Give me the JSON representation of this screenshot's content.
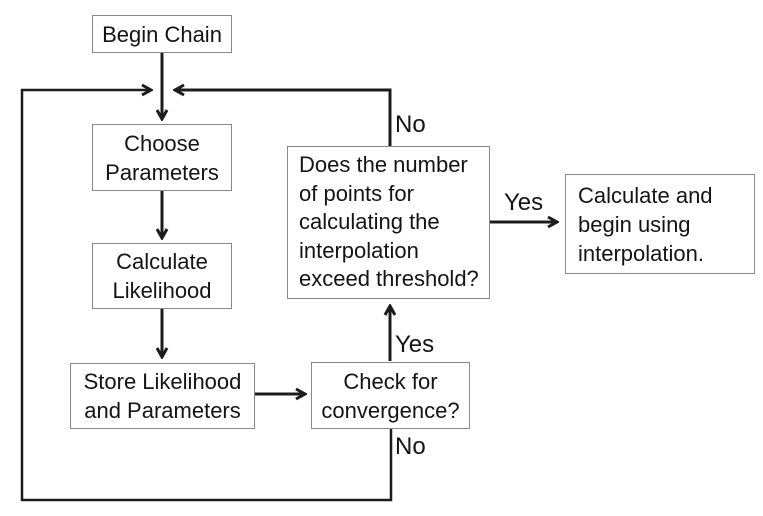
{
  "diagram": {
    "type": "flowchart",
    "nodes": {
      "begin_chain": {
        "label": "Begin Chain"
      },
      "choose_parameters": {
        "lines": [
          "Choose",
          "Parameters"
        ]
      },
      "calculate_likelihood": {
        "lines": [
          "Calculate",
          "Likelihood"
        ]
      },
      "store_likelihood": {
        "lines": [
          "Store Likelihood",
          "and Parameters"
        ]
      },
      "check_convergence": {
        "lines": [
          "Check for",
          "convergence?"
        ]
      },
      "interpolation_threshold": {
        "lines": [
          "Does the number",
          "of points for",
          "calculating the",
          "interpolation",
          "exceed threshold?"
        ]
      },
      "use_interpolation": {
        "lines": [
          "Calculate and",
          "begin using",
          "interpolation."
        ]
      }
    },
    "edge_labels": {
      "no_top": "No",
      "yes_to_interpolation": "Yes",
      "yes_convergence": "Yes",
      "no_convergence": "No"
    },
    "colors": {
      "background": "#ffffff",
      "connector": "#1c1c1c",
      "box_border": "#8a8a8a",
      "text": "#141414"
    }
  }
}
